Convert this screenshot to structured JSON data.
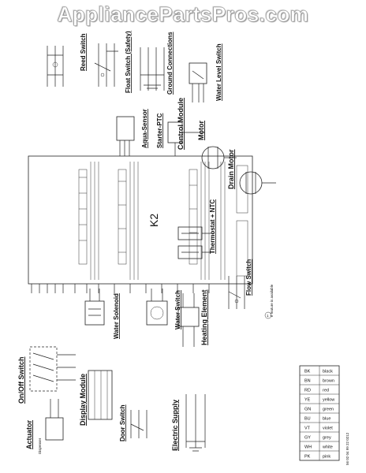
{
  "banner": "AppliancePartsPros.com",
  "labels": {
    "control_module": "Control Module",
    "aqua_sensor": "Aqua-Sensor",
    "reed_switch": "Reed Switch",
    "float_switch": "Float Switch (Safety)",
    "ground_connections": "Ground Connections",
    "starter_ptc": "Starter-PTC",
    "motor": "Motor",
    "water_level_switch": "Water Level Switch",
    "drain_motor": "Drain Motor",
    "flow_switch": "Flow Switch",
    "thermostat_ntc": "Thermostat + NTC",
    "heating_element": "Heating Element",
    "water_switch": "Water Switch",
    "water_solenoid": "Water Solenoid",
    "onoff_switch": "On/Off Switch",
    "display_module": "Display Module",
    "actuator": "Actuator",
    "dispenser": "Dispenser",
    "door_switch": "Door Switch",
    "electric_supply": "Electric Supply",
    "k2": "K2",
    "footnote": "If feature is available",
    "footnote_marker": "1",
    "doc_code": "56 02 04 99 22 0212"
  },
  "legend": [
    {
      "code": "BK",
      "color": "black"
    },
    {
      "code": "BN",
      "color": "brown"
    },
    {
      "code": "RD",
      "color": "red"
    },
    {
      "code": "YE",
      "color": "yellow"
    },
    {
      "code": "GN",
      "color": "green"
    },
    {
      "code": "BU",
      "color": "blue"
    },
    {
      "code": "VT",
      "color": "violet"
    },
    {
      "code": "GY",
      "color": "grey"
    },
    {
      "code": "WH",
      "color": "white"
    },
    {
      "code": "PK",
      "color": "pink"
    }
  ]
}
